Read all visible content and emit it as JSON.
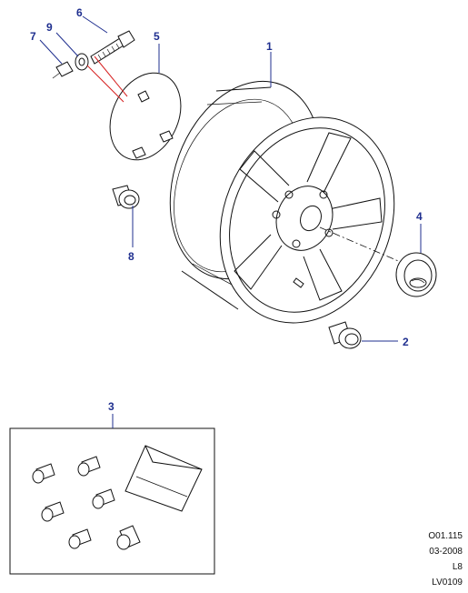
{
  "callouts": {
    "c1": "1",
    "c2": "2",
    "c3": "3",
    "c4": "4",
    "c5": "5",
    "c6": "6",
    "c7": "7",
    "c8": "8",
    "c9": "9"
  },
  "meta": {
    "line1": "O01.115",
    "line2": "03-2008",
    "line3": "L8",
    "line4": "LV0109"
  },
  "colors": {
    "callout": "#1f2f8f",
    "guide_line": "#d62020",
    "outline": "#111111"
  }
}
